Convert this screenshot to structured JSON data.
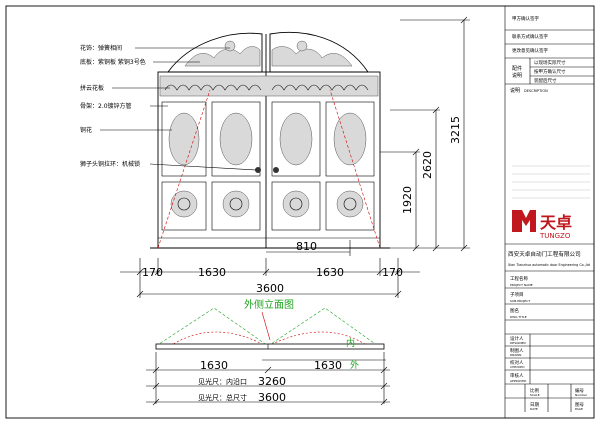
{
  "callouts": [
    {
      "text": "花饰：弹簧相间"
    },
    {
      "text": "底板：紫铜板 紫铜3号色"
    },
    {
      "text": "拼云花板"
    },
    {
      "text": "骨架：2.0镀锌方管"
    },
    {
      "text": "铜花"
    },
    {
      "text": "狮子头铜拉环：机械锁"
    }
  ],
  "dimensions": {
    "h1920": "1920",
    "h2620": "2620",
    "h3215": "3215",
    "w810": "810",
    "w170_left": "170",
    "w1630_left": "1630",
    "w1630_right": "1630",
    "w170_right": "170",
    "w3600": "3600",
    "plan_1630_left": "1630",
    "plan_1630_right": "1630",
    "plan_3260": "3260",
    "plan_3600": "3600"
  },
  "plan": {
    "title": "外侧立面图",
    "inside": "内",
    "outside": "外",
    "clear_label": "见光尺：内沿口",
    "total_label": "见光尺：总尺寸"
  },
  "title_block": {
    "top_rows": [
      "甲方确认签字",
      "联系方式确认签字",
      "更改意见确认签字"
    ],
    "side_label": "配件\n说明",
    "side_rows": [
      "以现场实际尺寸",
      "按甲方确认尺寸",
      "装配后尺寸"
    ],
    "note_label": "说明",
    "note_value": "DESCRIPTION",
    "company_cn": "西安天卓自动门工程有限公司",
    "company_en": "Xian Tianzhuo automatic door Engineering Co.,ltd",
    "logo_cn": "天卓",
    "logo_en": "TUNGZO",
    "rows": [
      {
        "label": "工程名称",
        "sub": "PROJECT NAME"
      },
      {
        "label": "子项目",
        "sub": "SUB-PROJECT"
      },
      {
        "label": "图名",
        "sub": "DWG TITLE"
      },
      {
        "label": "设计人",
        "sub": "DESIGNED"
      },
      {
        "label": "制图人",
        "sub": "DRAWN"
      },
      {
        "label": "校对人",
        "sub": "CHECKED"
      },
      {
        "label": "审核人",
        "sub": "APPROVED"
      }
    ],
    "foot_cells": [
      "比例",
      "编号",
      "日期",
      "图号"
    ],
    "foot_subs": [
      "SCALE",
      "Number",
      "DATE",
      "PAGE"
    ]
  },
  "colors": {
    "red": "#d40000",
    "green": "#1fa31f",
    "logo": "#c0181e"
  }
}
